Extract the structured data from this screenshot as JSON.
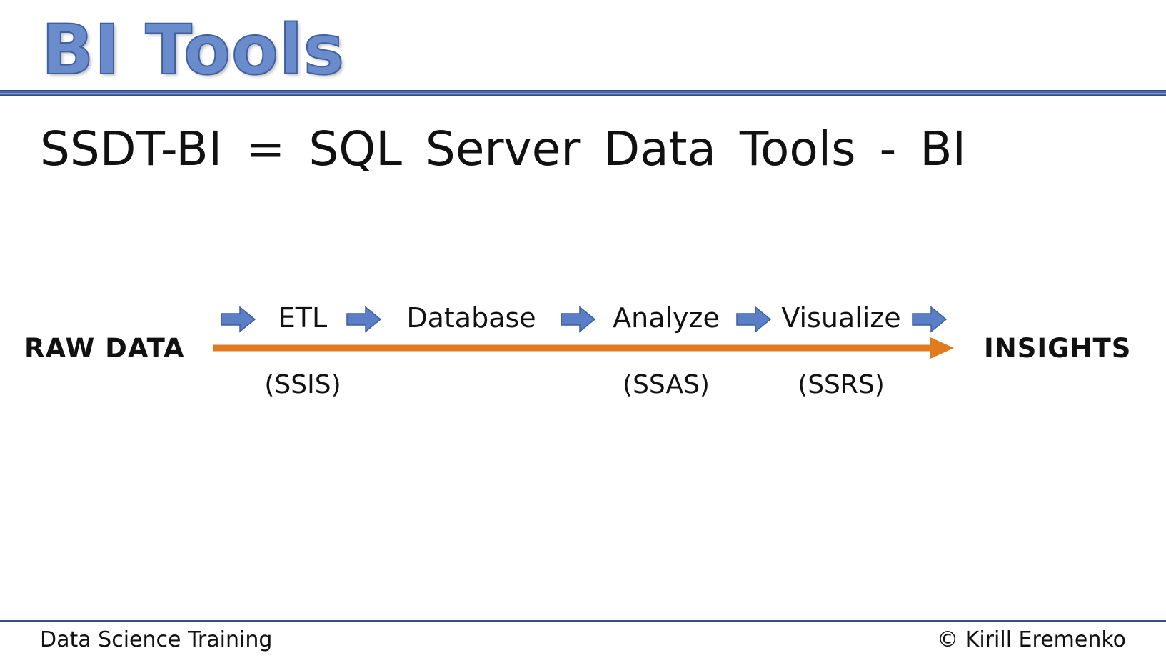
{
  "slide": {
    "title": "BI Tools",
    "subtitle": "SSDT-BI = SQL Server Data Tools - BI"
  },
  "flow": {
    "start": "RAW DATA",
    "end": "INSIGHTS",
    "stages": [
      {
        "label": "ETL",
        "tool": "(SSIS)"
      },
      {
        "label": "Database",
        "tool": ""
      },
      {
        "label": "Analyze",
        "tool": "(SSAS)"
      },
      {
        "label": "Visualize",
        "tool": "(SSRS)"
      }
    ]
  },
  "colors": {
    "title": "#6a8ccc",
    "small_arrow": "#5b7fc7",
    "main_arrow": "#e07b1f"
  },
  "footer": {
    "left": "Data Science Training",
    "right": "© Kirill Eremenko"
  }
}
